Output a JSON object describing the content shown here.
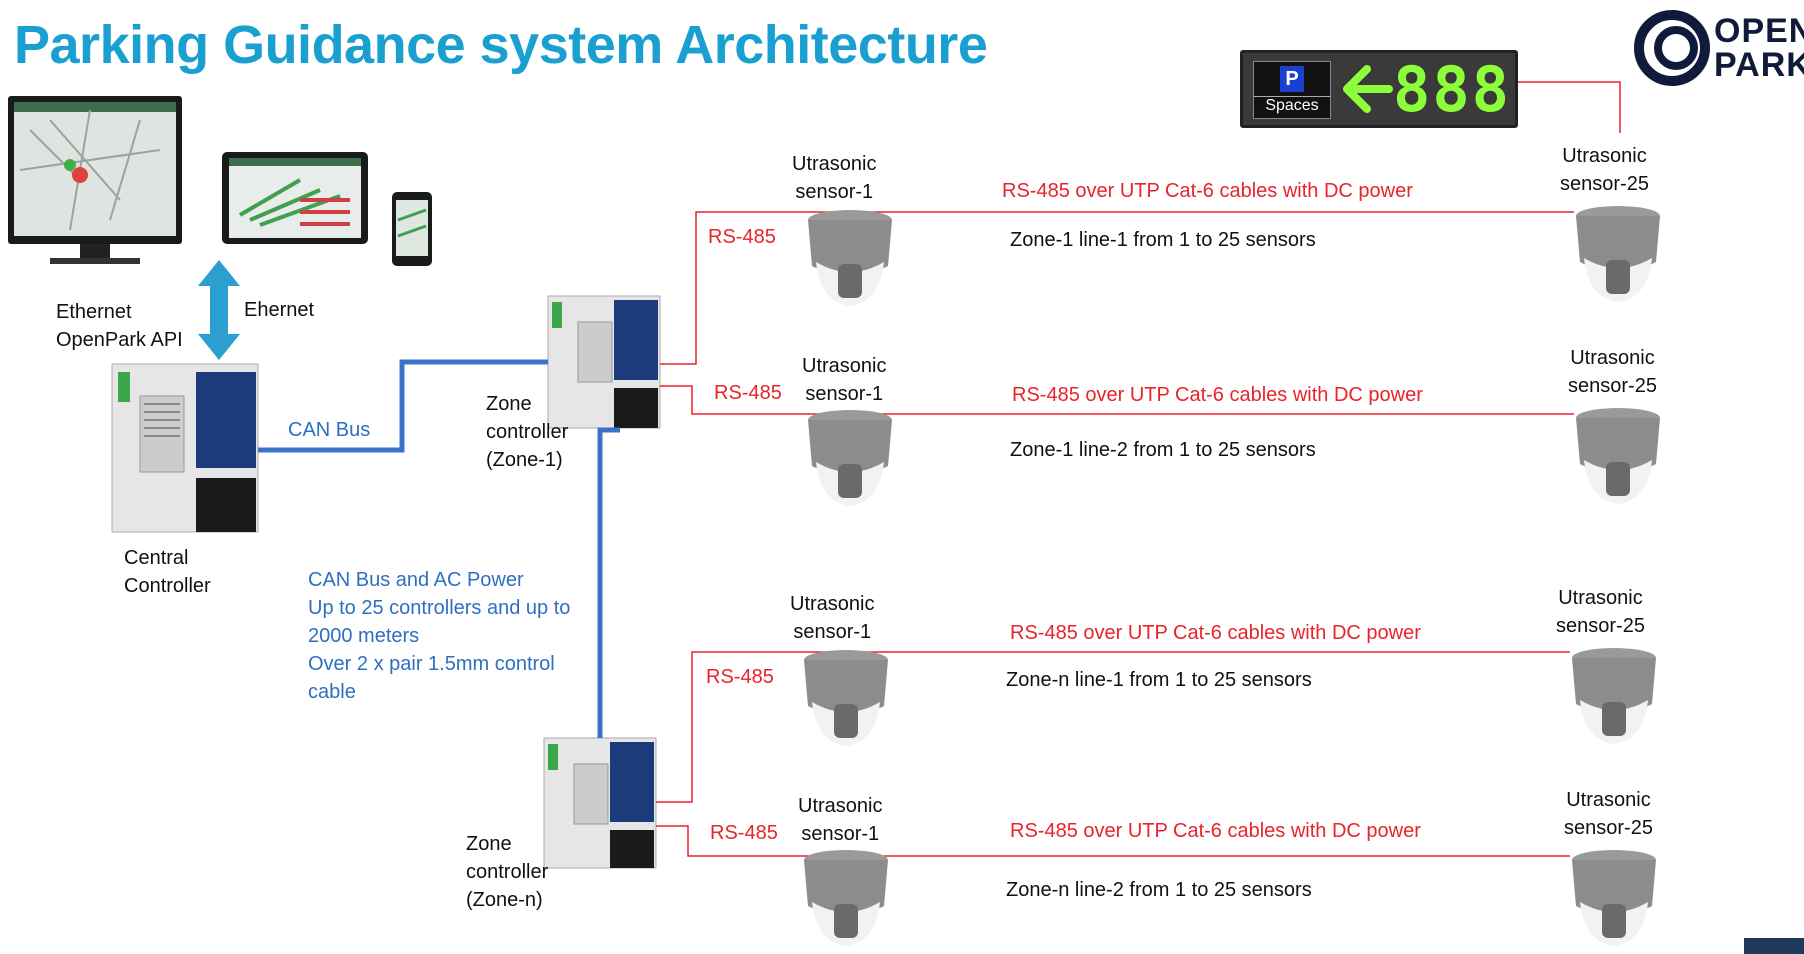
{
  "title": "Parking Guidance system Architecture",
  "logo": {
    "line1": "OPEN",
    "line2": "PARK"
  },
  "sign": {
    "p": "P",
    "spaces": "Spaces",
    "digits": "888"
  },
  "left": {
    "ethernet_api": [
      "Ethernet",
      "OpenPark API"
    ],
    "ethernet_arrow": "Ehernet",
    "can_bus": "CAN Bus",
    "central": [
      "Central",
      "Controller"
    ],
    "can_power": [
      "CAN Bus and AC Power",
      "Up to 25 controllers and up to",
      "2000 meters",
      "Over 2 x pair 1.5mm control",
      "cable"
    ]
  },
  "zones": [
    {
      "label": [
        "Zone",
        "controller",
        "(Zone-1)"
      ]
    },
    {
      "label": [
        "Zone",
        "controller",
        "(Zone-n)"
      ]
    }
  ],
  "lines": [
    {
      "rs485": "RS-485",
      "cable": "RS-485 over UTP Cat-6 cables with DC power",
      "desc": "Zone-1 line-1 from 1 to 25 sensors",
      "s1": [
        "Utrasonic",
        "sensor-1"
      ],
      "s25": [
        "Utrasonic",
        "sensor-25"
      ]
    },
    {
      "rs485": "RS-485",
      "cable": "RS-485 over UTP Cat-6 cables with DC power",
      "desc": "Zone-1 line-2 from 1 to 25 sensors",
      "s1": [
        "Utrasonic",
        "sensor-1"
      ],
      "s25": [
        "Utrasonic",
        "sensor-25"
      ]
    },
    {
      "rs485": "RS-485",
      "cable": "RS-485 over UTP Cat-6 cables with DC power",
      "desc": "Zone-n line-1 from 1 to 25 sensors",
      "s1": [
        "Utrasonic",
        "sensor-1"
      ],
      "s25": [
        "Utrasonic",
        "sensor-25"
      ]
    },
    {
      "rs485": "RS-485",
      "cable": "RS-485 over UTP Cat-6 cables with DC power",
      "desc": "Zone-n line-2 from 1 to 25 sensors",
      "s1": [
        "Utrasonic",
        "sensor-1"
      ],
      "s25": [
        "Utrasonic",
        "sensor-25"
      ]
    }
  ],
  "colors": {
    "title": "#1aa0d0",
    "red_line": "#e8242a",
    "can_bus": "#2f6fc1",
    "arrow": "#2a9fd0"
  }
}
